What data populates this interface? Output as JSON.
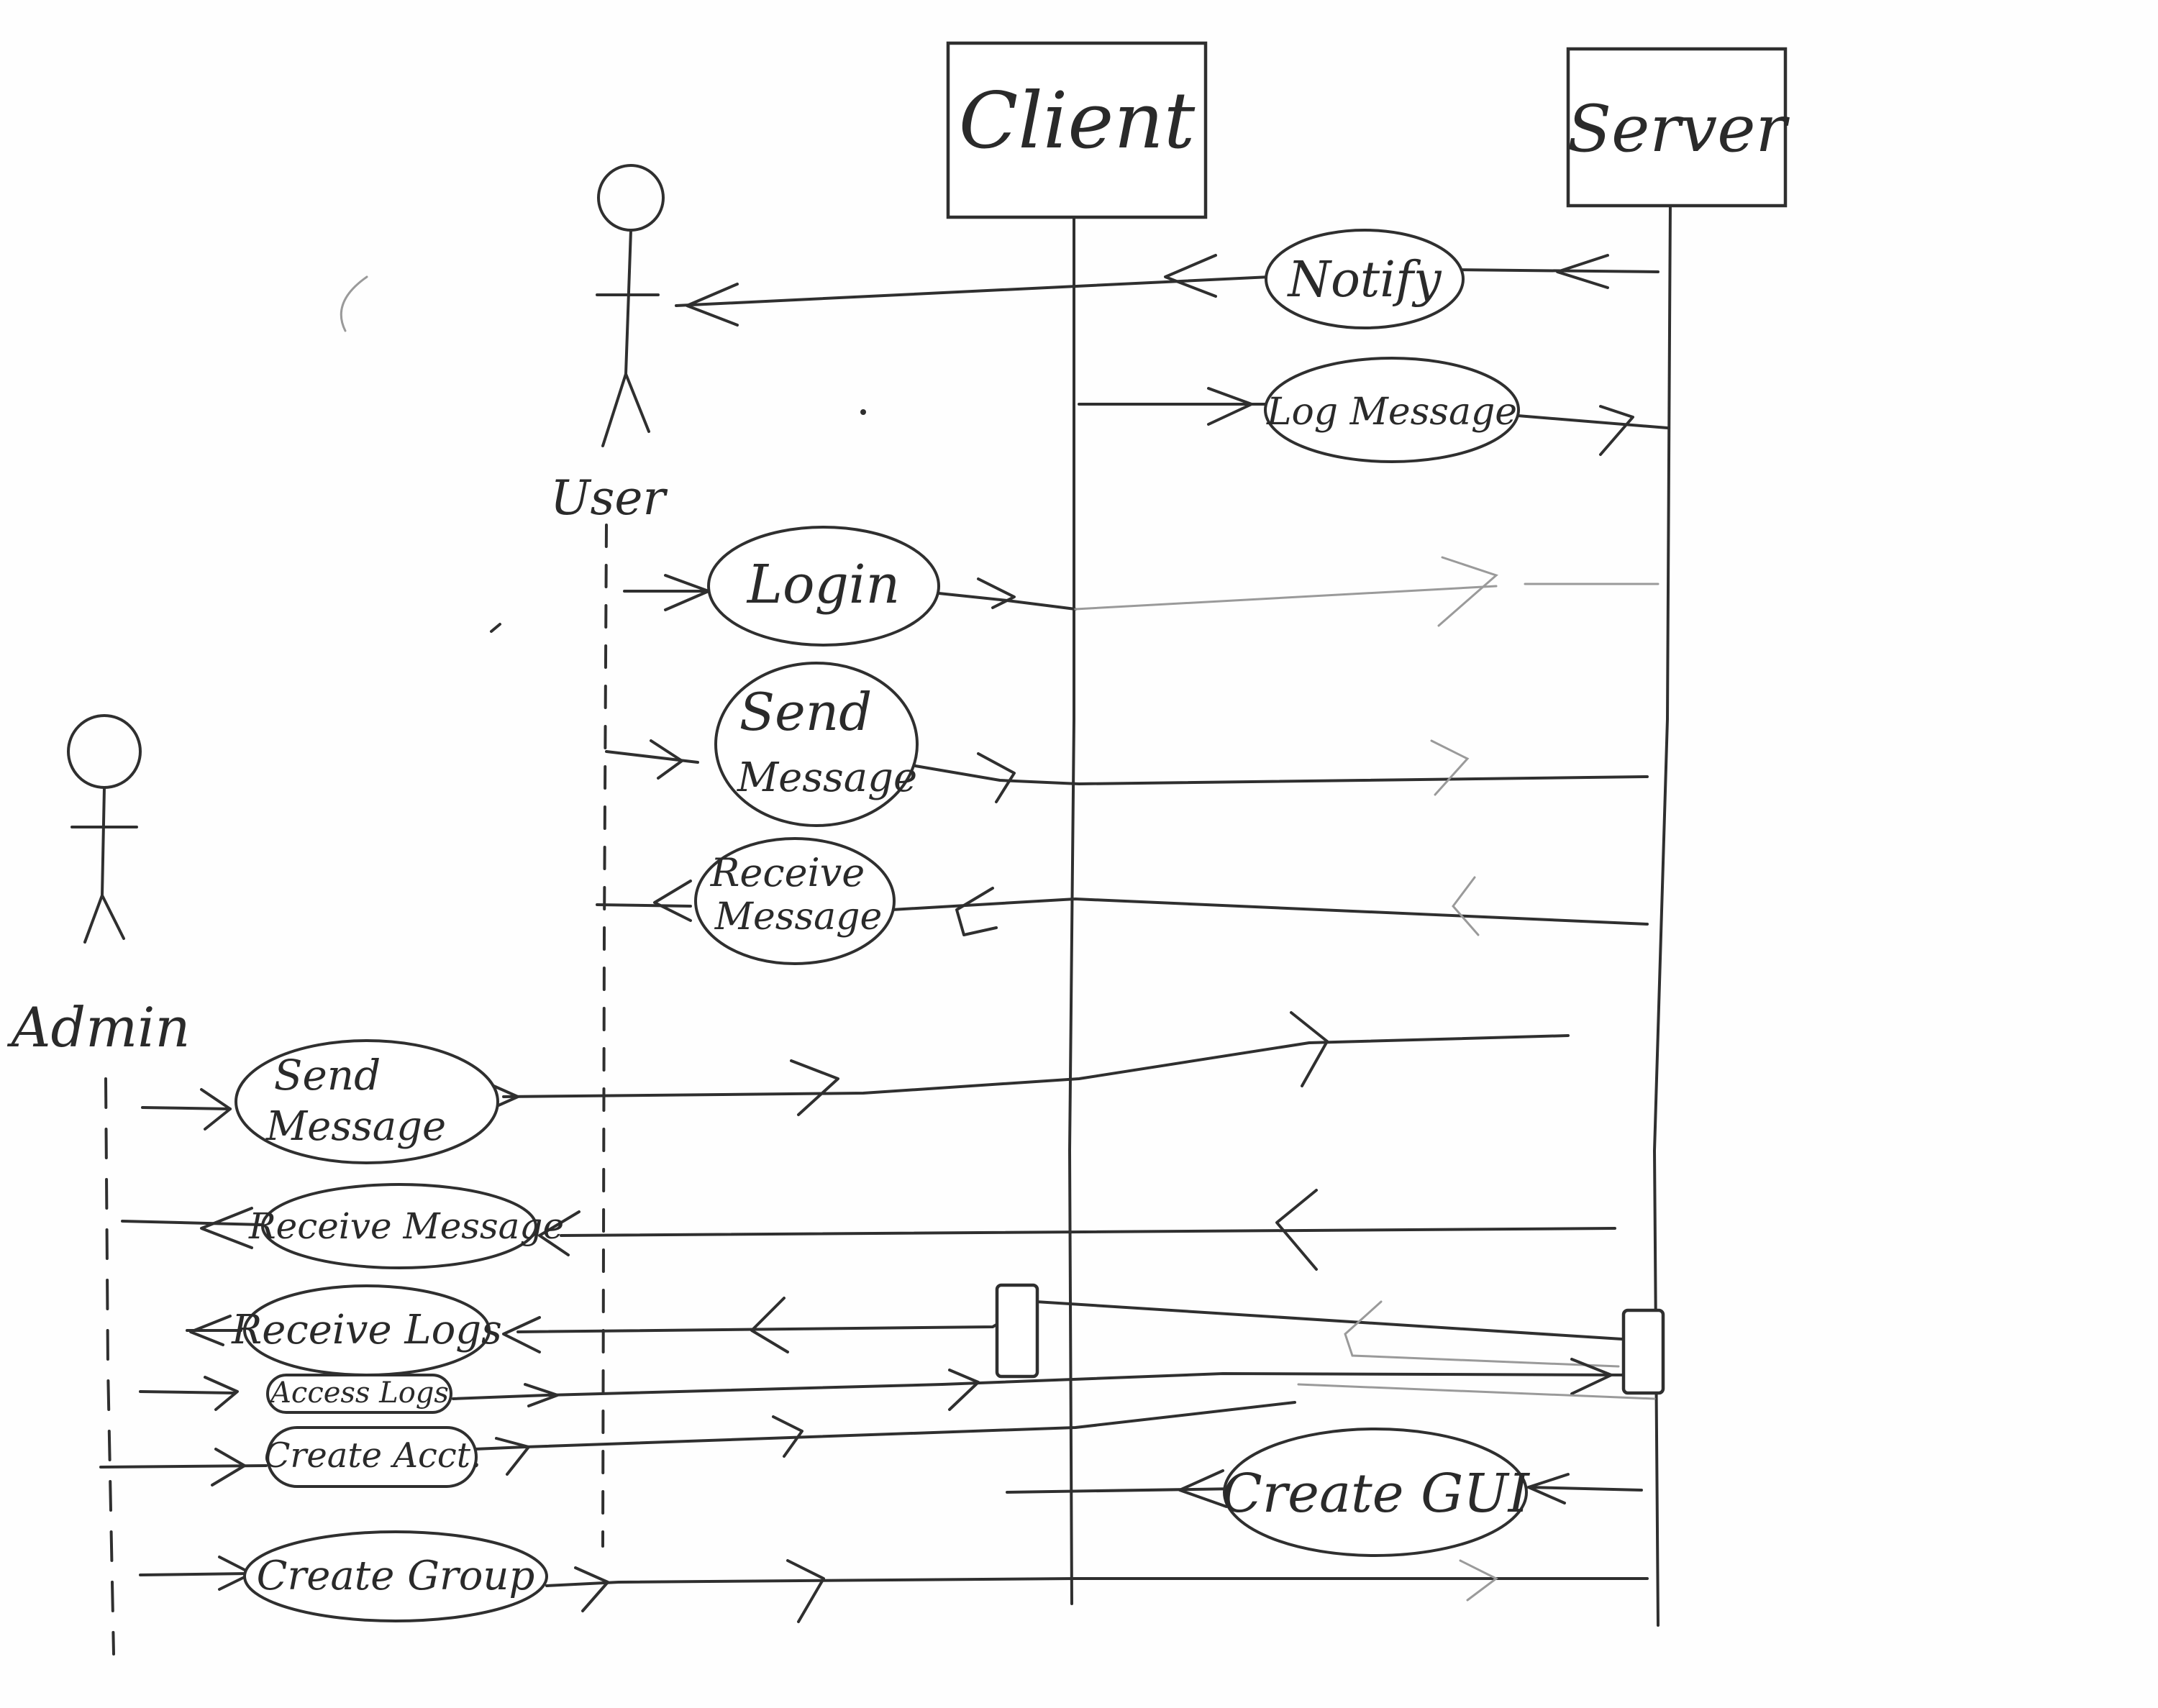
{
  "diagram": {
    "lifelines": {
      "client": "Client",
      "server": "Server"
    },
    "actors": {
      "user": "User",
      "admin": "Admin"
    },
    "messages": {
      "notify": "Notify",
      "log_message": "Log Message",
      "login": "Login",
      "send_message_line1": "Send",
      "send_message_line2": "Message",
      "receive_message_line1": "Receive",
      "receive_message_line2": "Message",
      "admin_send_line1": "Send",
      "admin_send_line2": "Message",
      "admin_receive_message": "Receive Message",
      "receive_logs": "Receive Logs",
      "access_logs": "Access Logs",
      "create_acct": "Create Acct.",
      "create_gui": "Create GUI",
      "create_group": "Create Group"
    },
    "ink_color": "#2f2f2f"
  }
}
